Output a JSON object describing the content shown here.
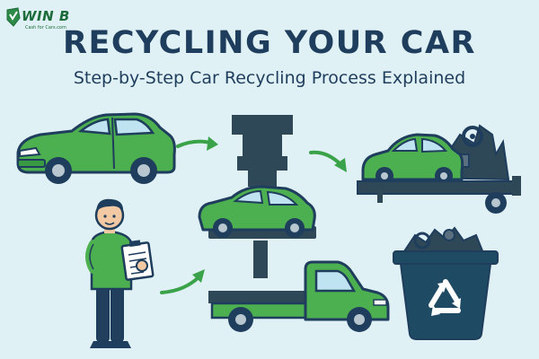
{
  "logo": {
    "brand": "WIN B",
    "tagline": "Cash for Cars.com"
  },
  "header": {
    "title": "RECYCLING YOUR CAR",
    "subtitle": "Step-by-Step Car Recycling Process Explained"
  },
  "colors": {
    "background": "#dff1f4",
    "heading": "#1f3d5c",
    "car_green": "#4caf50",
    "outline": "#1f3d5c",
    "press": "#2f4858",
    "bin": "#1e4a63",
    "recycle": "#ffffff"
  },
  "icons": {
    "recycle": "recycle-icon",
    "clipboard": "clipboard-icon",
    "arrow": "arrow-icon"
  }
}
